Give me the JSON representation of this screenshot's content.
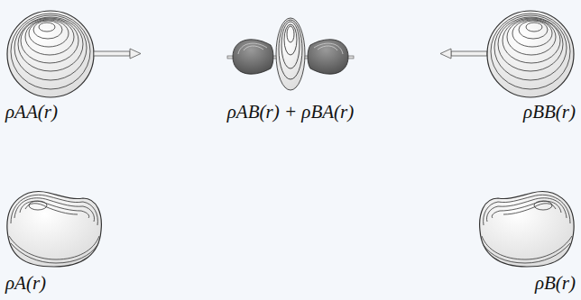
{
  "diagram": {
    "labels": [
      "ρAA(r)",
      "ρAB(r) + ρBA(r)",
      "ρBB(r)",
      "ρA(r)",
      "ρB(r)"
    ]
  }
}
